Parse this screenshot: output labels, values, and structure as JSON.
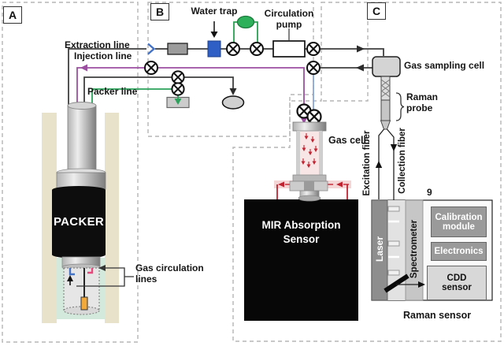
{
  "diagram": {
    "section_labels": {
      "a": "A",
      "b": "B",
      "c": "C"
    },
    "wellbore": {
      "extraction_line": "Extraction line",
      "injection_line": "Injection line",
      "packer_line": "Packer line",
      "packer": "PACKER",
      "gas_circulation_lines": "Gas circulation lines"
    },
    "circulation": {
      "water_trap": "Water trap",
      "circulation_pump": "Circulation pump"
    },
    "mir": {
      "gas_cell": "Gas cell",
      "sensor": "MIR Absorption Sensor"
    },
    "raman": {
      "gas_sampling_cell": "Gas sampling cell",
      "probe": "Raman probe",
      "excitation_fiber": "Excitation fiber",
      "collection_fiber": "Collection fiber",
      "laser": "Laser",
      "spectrometer": "Spectrometer",
      "calibration_module": "Calibration module",
      "electronics": "Electronics",
      "cdd_sensor": "CDD sensor",
      "sensor_label": "Raman sensor",
      "figure_number": "9"
    },
    "colors": {
      "extraction": "#3f3f3f",
      "injection": "#9c4fa0",
      "packer_line_green": "#2ba35a",
      "return_blue": "#8aa7d8",
      "water_trap_blue": "#2f5fc4",
      "flow_meter_green": "#2eb05a",
      "ir_red": "#c22330"
    }
  }
}
